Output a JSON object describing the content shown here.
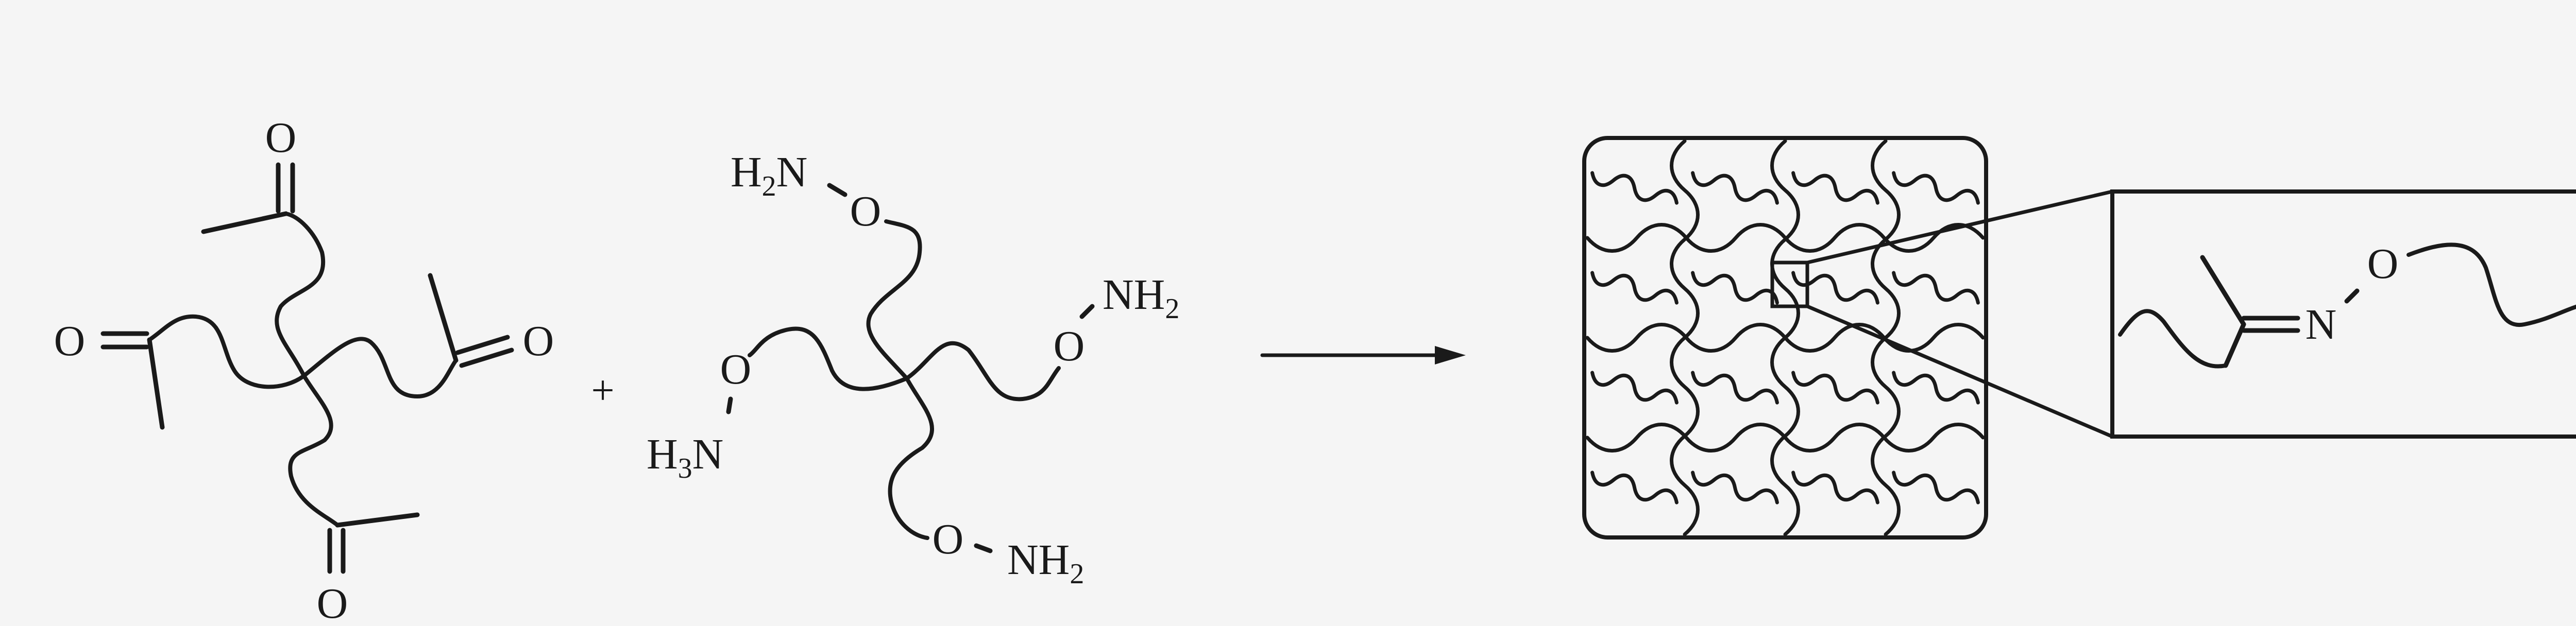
{
  "ketone_star": {
    "oxygen_top": "O",
    "oxygen_left": "O",
    "oxygen_right": "O",
    "oxygen_bottom": "O"
  },
  "plus_sign": "+",
  "aminooxy_star": {
    "arm_top_left": {
      "amine": "H",
      "amine_sub": "2",
      "amine_tail": "N",
      "oxygen": "O"
    },
    "arm_left": {
      "amine": "H",
      "amine_sub": "3",
      "amine_tail": "N",
      "oxygen": "O"
    },
    "arm_right": {
      "amine": "NH",
      "amine_sub": "2",
      "oxygen": "O"
    },
    "arm_bottom": {
      "amine": "NH",
      "amine_sub": "2",
      "oxygen": "O"
    }
  },
  "oxime_inset": {
    "nitrogen": "N",
    "oxygen": "O"
  }
}
